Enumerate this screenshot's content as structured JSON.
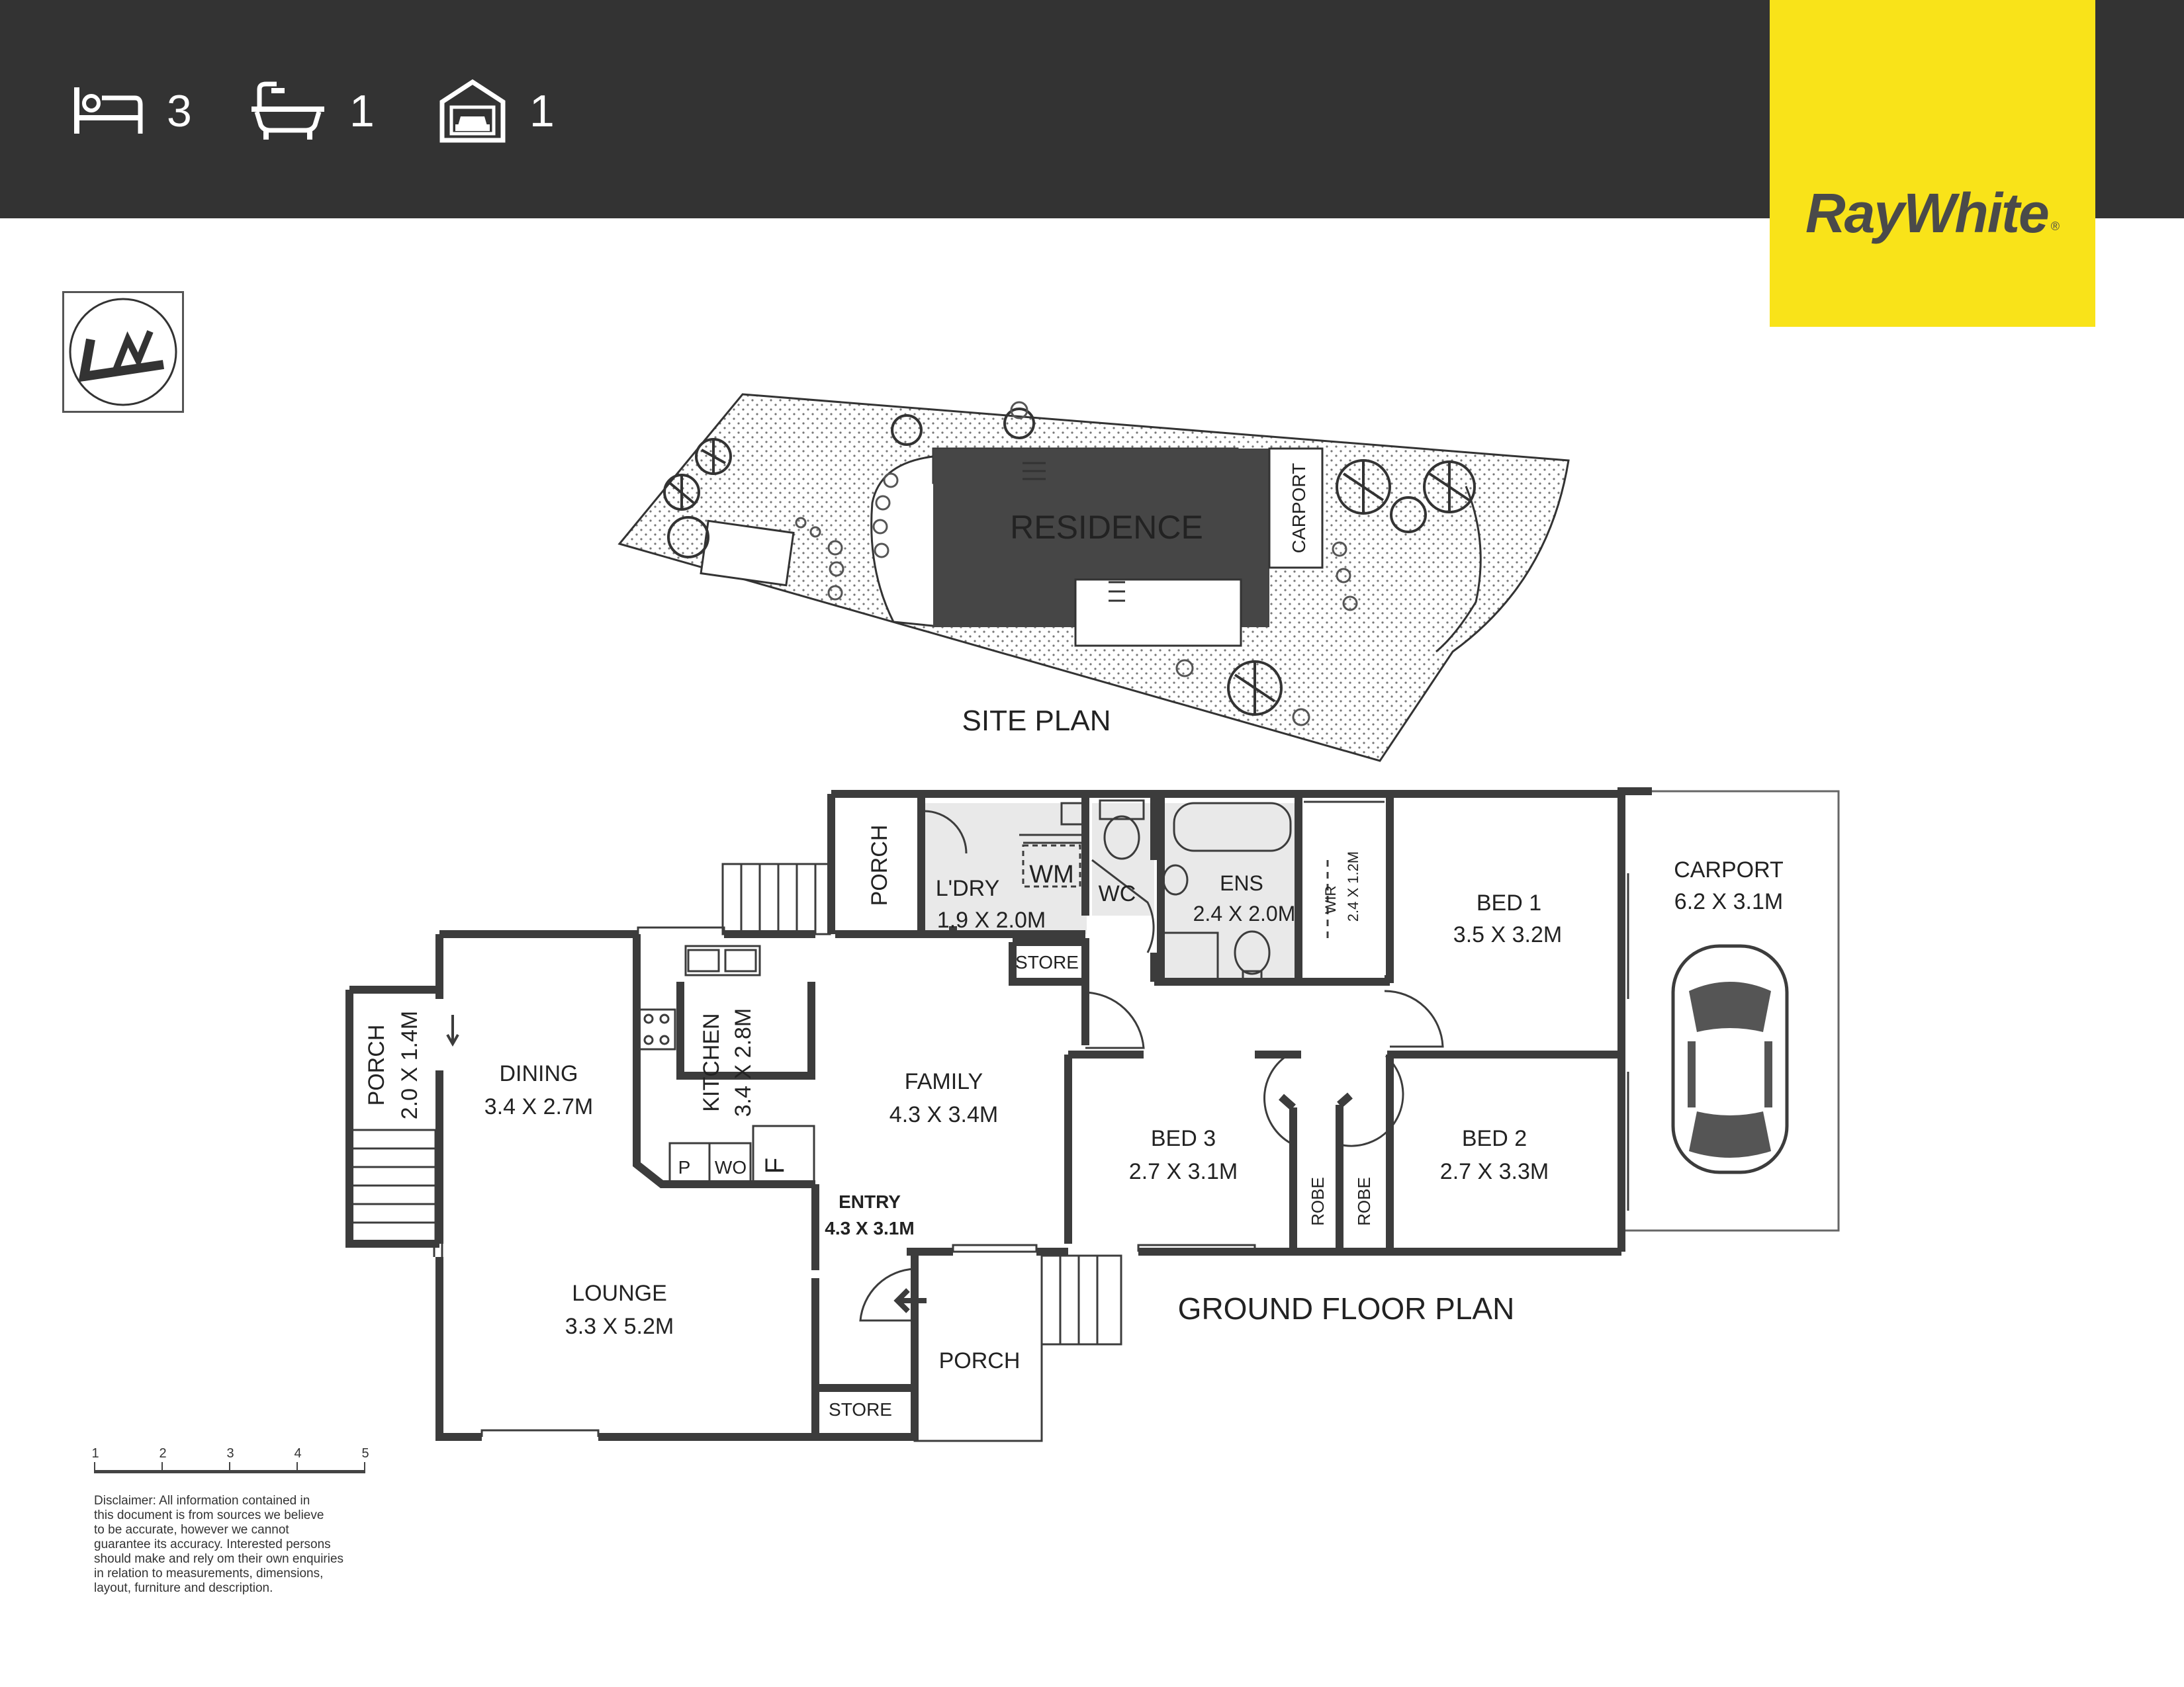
{
  "header": {
    "bedrooms": "3",
    "bathrooms": "1",
    "garages": "1",
    "background": "#333333"
  },
  "brand": {
    "name": "RayWhite",
    "registered_mark": "®",
    "color": "#f9e319"
  },
  "icons": [
    "bed-icon",
    "bath-icon",
    "garage-icon",
    "north-arrow-icon",
    "car-icon"
  ],
  "site_plan": {
    "title": "SITE PLAN",
    "residence_label": "RESIDENCE",
    "carport_label": "CARPORT"
  },
  "floor_plan": {
    "title": "GROUND FLOOR PLAN",
    "rooms": {
      "porch_back": {
        "name": "PORCH"
      },
      "laundry": {
        "name": "L'DRY",
        "size": "1.9 X 2.0M"
      },
      "wm": {
        "name": "WM"
      },
      "wc": {
        "name": "WC"
      },
      "ens": {
        "name": "ENS",
        "size": "2.4 X 2.0M"
      },
      "wir": {
        "name": "WIR",
        "size": "2.4 X 1.2M"
      },
      "bed1": {
        "name": "BED 1",
        "size": "3.5 X 3.2M"
      },
      "carport": {
        "name": "CARPORT",
        "size": "6.2 X 3.1M"
      },
      "store_top": {
        "name": "STORE"
      },
      "porch_side": {
        "name": "PORCH",
        "size": "2.0 X 1.4M"
      },
      "dining": {
        "name": "DINING",
        "size": "3.4 X 2.7M"
      },
      "kitchen": {
        "name": "KITCHEN",
        "size": "3.4 X 2.8M"
      },
      "family": {
        "name": "FAMILY",
        "size": "4.3 X 3.4M"
      },
      "pantry": {
        "name": "P"
      },
      "wall_oven": {
        "name": "WO"
      },
      "fridge": {
        "name": "F"
      },
      "entry": {
        "name": "ENTRY",
        "size": "4.3 X 3.1M"
      },
      "bed3": {
        "name": "BED 3",
        "size": "2.7 X 3.1M"
      },
      "bed2": {
        "name": "BED 2",
        "size": "2.7 X 3.3M"
      },
      "robe_left": {
        "name": "ROBE"
      },
      "robe_right": {
        "name": "ROBE"
      },
      "lounge": {
        "name": "LOUNGE",
        "size": "3.3 X 5.2M"
      },
      "porch_front": {
        "name": "PORCH"
      },
      "store_bottom": {
        "name": "STORE"
      }
    }
  },
  "scale_bar": {
    "ticks": [
      "1",
      "2",
      "3",
      "4",
      "5"
    ]
  },
  "disclaimer": {
    "lines": [
      "Disclaimer: All information contained in",
      "this document is from sources we believe",
      "to be accurate, however we cannot",
      "guarantee its accuracy. Interested persons",
      "should make and rely om their own enquiries",
      "in relation to measurements, dimensions,",
      "layout, furniture and description."
    ]
  }
}
